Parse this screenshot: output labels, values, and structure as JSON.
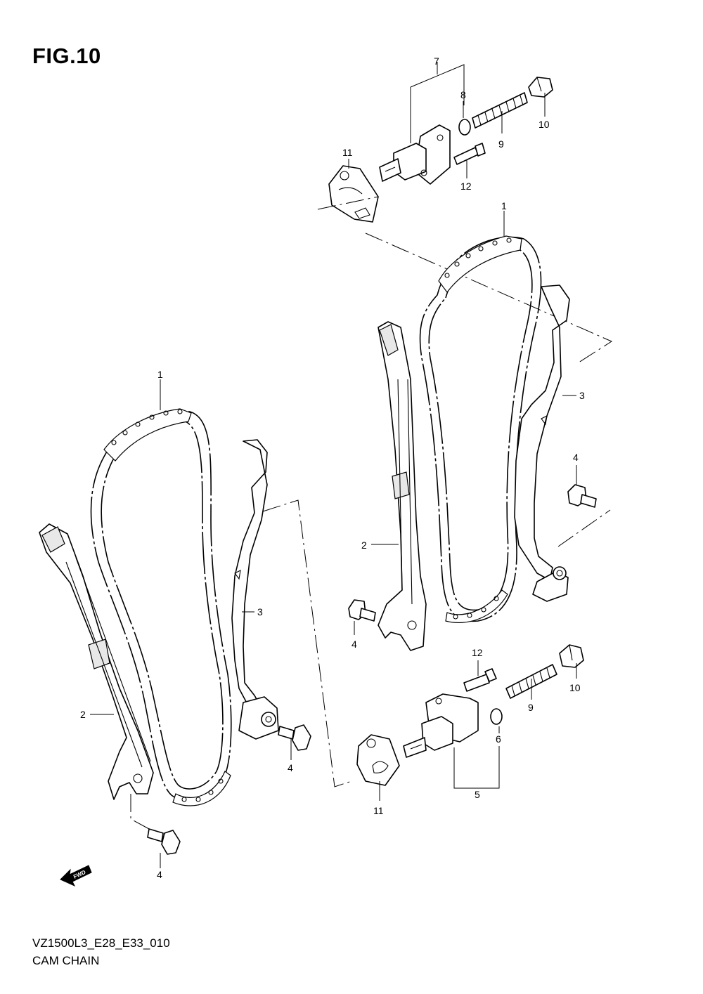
{
  "figure": {
    "title": "FIG.10",
    "model_code": "VZ1500L3_E28_E33_010",
    "section_name": "CAM CHAIN",
    "fwd_label": "FWD"
  },
  "callouts": {
    "c1_top": "1",
    "c1_bottom": "1",
    "c2_left": "2",
    "c2_right": "2",
    "c3_left": "3",
    "c3_right": "3",
    "c4_right": "4",
    "c4_mid": "4",
    "c4_low": "4",
    "c4_bottom": "4",
    "c5": "5",
    "c6": "6",
    "c7": "7",
    "c8": "8",
    "c9_top": "9",
    "c9_bottom": "9",
    "c10_top": "10",
    "c10_bottom": "10",
    "c11_top": "11",
    "c11_bottom": "11",
    "c12_top": "12",
    "c12_bottom": "12"
  }
}
